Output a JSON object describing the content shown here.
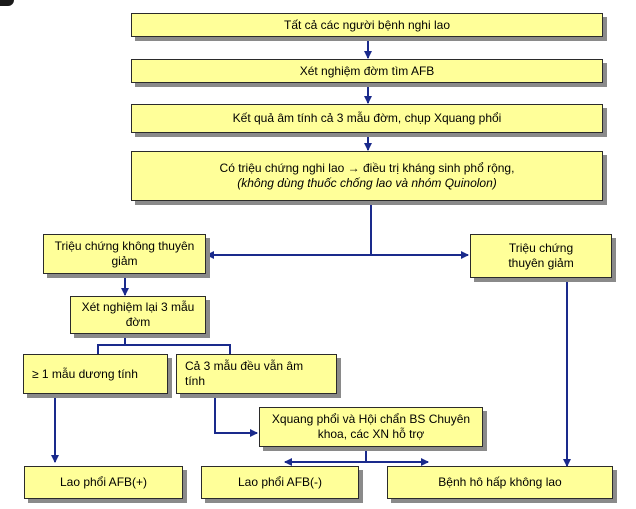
{
  "nodes": {
    "n1": "Tất cả các người bệnh nghi lao",
    "n2": "Xét nghiệm đờm tìm AFB",
    "n3": "Kết quả âm tính cả 3 mẫu đờm, chụp Xquang phổi",
    "n4_line1": "Có triệu chứng nghi lao → điều trị kháng sinh phổ rộng,",
    "n4_line2": "(không dùng thuốc chống lao và nhóm Quinolon)",
    "n5_line1": "Triệu chứng không thuyên",
    "n5_line2": "giảm",
    "n6_line1": "Triệu chứng",
    "n6_line2": "thuyên giảm",
    "n7_line1": "Xét nghiệm lại 3 mẫu",
    "n7_line2": "đờm",
    "n8": "≥ 1 mẫu dương tính",
    "n9_line1": "Cả 3 mẫu đều vẫn âm",
    "n9_line2": "tính",
    "n10_line1": "Xquang phổi và Hội chẩn  BS Chuyên",
    "n10_line2": "khoa, các XN hỗ trợ",
    "n11": "Lao phổi AFB(+)",
    "n12": "Lao phổi AFB(-)",
    "n13": "Bệnh hô hấp không lao"
  },
  "colors": {
    "box_fill": "#ffff99",
    "arrow": "#1a2a8c",
    "border": "#2b2b2b"
  }
}
